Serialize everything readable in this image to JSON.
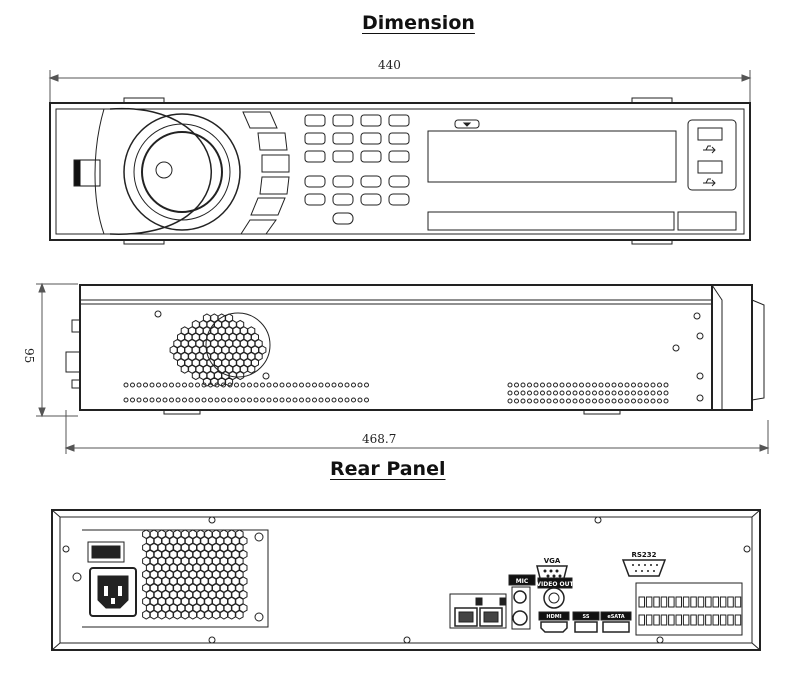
{
  "titles": {
    "dimension": "Dimension",
    "rear_panel": "Rear Panel"
  },
  "dimensions": {
    "width": "440",
    "height": "95",
    "depth": "468.7"
  },
  "rear_labels": {
    "vga": "VGA",
    "video_out": "VIDEO OUT",
    "mic": "MIC",
    "hdmi": "HDMI",
    "usb": "SS",
    "esata": "eSATA",
    "rs232": "RS232"
  },
  "colors": {
    "line": "#222222",
    "dim_line": "#555555",
    "background": "#ffffff"
  }
}
